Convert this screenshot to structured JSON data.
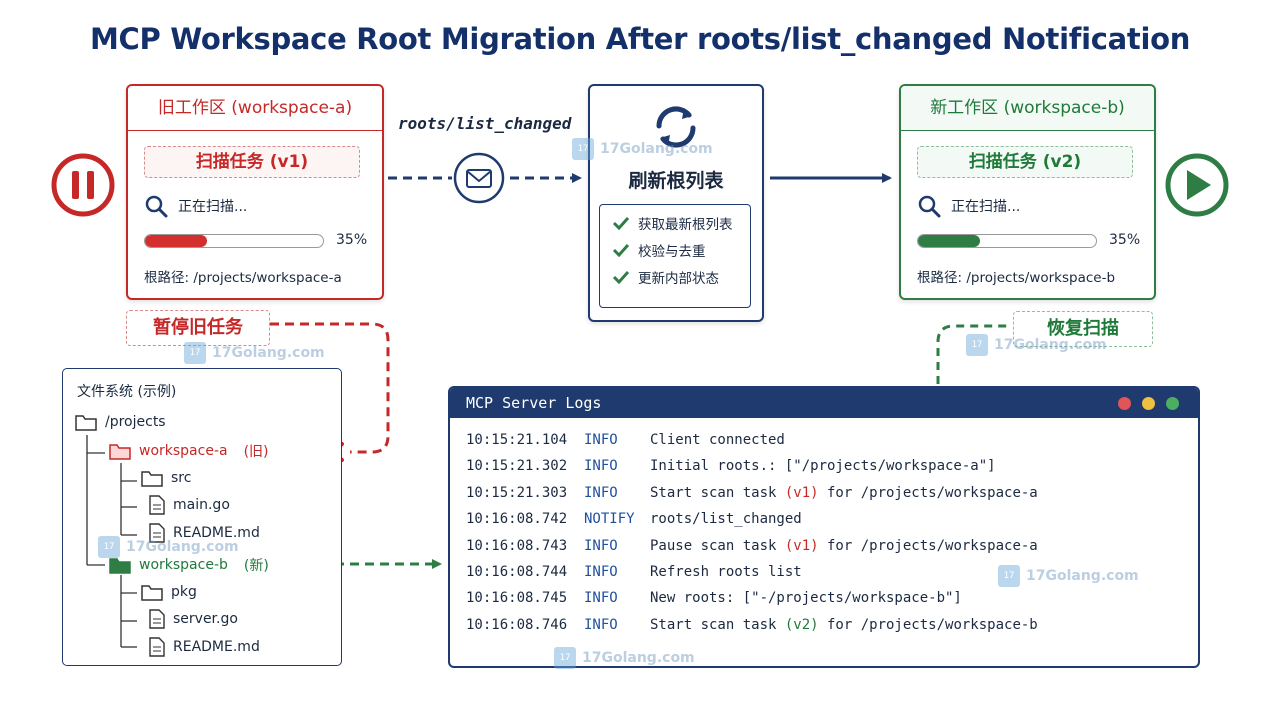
{
  "title": "MCP Workspace Root Migration After roots/list_changed Notification",
  "colors": {
    "navy": "#1e3a6e",
    "red": "#c62828",
    "green": "#2e7d45"
  },
  "old_workspace": {
    "header": "旧工作区 (workspace-a)",
    "task": "扫描任务 (v1)",
    "status": "正在扫描...",
    "progress_pct": 35,
    "progress_label": "35%",
    "root_path": "根路径: /projects/workspace-a",
    "state_icon": "pause-icon"
  },
  "notification": {
    "label": "roots/list_changed",
    "icon": "envelope-icon"
  },
  "refresh": {
    "title": "刷新根列表",
    "icon": "refresh-icon",
    "steps": [
      "获取最新根列表",
      "校验与去重",
      "更新内部状态"
    ]
  },
  "new_workspace": {
    "header": "新工作区 (workspace-b)",
    "task": "扫描任务 (v2)",
    "status": "正在扫描...",
    "progress_pct": 35,
    "progress_label": "35%",
    "root_path": "根路径: /projects/workspace-b",
    "state_icon": "play-icon"
  },
  "pause_label": "暂停旧任务",
  "resume_label": "恢复扫描",
  "filesystem": {
    "title": "文件系统 (示例)",
    "items": [
      {
        "name": "/projects",
        "type": "folder"
      },
      {
        "name": "workspace-a",
        "tag": "(旧)",
        "type": "folder"
      },
      {
        "name": "src",
        "type": "folder"
      },
      {
        "name": "main.go",
        "type": "file"
      },
      {
        "name": "README.md",
        "type": "file"
      },
      {
        "name": "workspace-b",
        "tag": "(新)",
        "type": "folder"
      },
      {
        "name": "pkg",
        "type": "folder"
      },
      {
        "name": "server.go",
        "type": "file"
      },
      {
        "name": "README.md",
        "type": "file"
      }
    ]
  },
  "log": {
    "title": "MCP Server Logs",
    "rows": [
      {
        "time": "10:15:21.104",
        "level": "INFO",
        "a": "Client connected",
        "tag": "",
        "b": ""
      },
      {
        "time": "10:15:21.302",
        "level": "INFO",
        "a": "Initial roots.: [\"/projects/workspace-a\"]",
        "tag": "",
        "b": ""
      },
      {
        "time": "10:15:21.303",
        "level": "INFO",
        "a": "Start scan task ",
        "tag": "(v1)",
        "b": " for /projects/workspace-a"
      },
      {
        "time": "10:16:08.742",
        "level": "NOTIFY",
        "a": "roots/list_changed",
        "tag": "",
        "b": ""
      },
      {
        "time": "10:16:08.743",
        "level": "INFO",
        "a": "Pause scan task ",
        "tag": "(v1)",
        "b": " for /projects/workspace-a"
      },
      {
        "time": "10:16:08.744",
        "level": "INFO",
        "a": "Refresh roots list",
        "tag": "",
        "b": ""
      },
      {
        "time": "10:16:08.745",
        "level": "INFO",
        "a": "New roots: [\"-/projects/workspace-b\"]",
        "tag": "",
        "b": ""
      },
      {
        "time": "10:16:08.746",
        "level": "INFO",
        "a": "Start scan task ",
        "tag": "(v2)",
        "b": " for /projects/workspace-b"
      }
    ]
  },
  "watermark": "17Golang.com"
}
